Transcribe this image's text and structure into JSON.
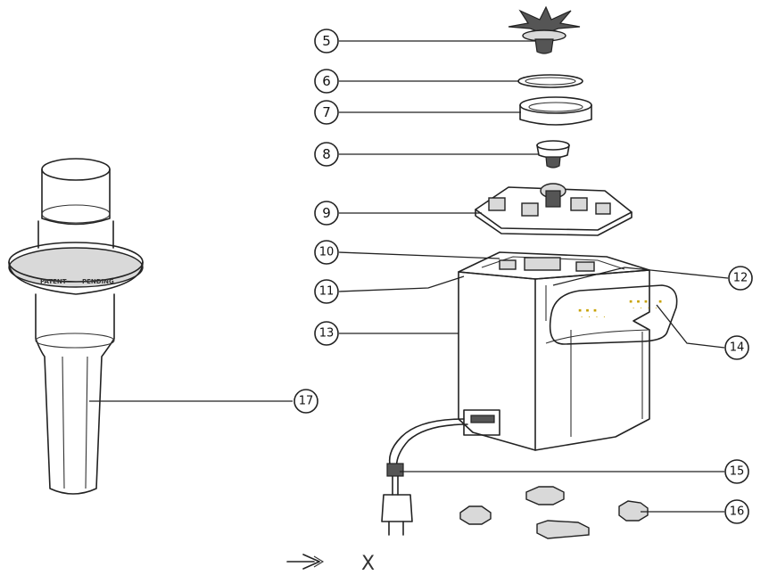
{
  "callouts": [
    {
      "id": "5",
      "label": "5"
    },
    {
      "id": "6",
      "label": "6"
    },
    {
      "id": "7",
      "label": "7"
    },
    {
      "id": "8",
      "label": "8"
    },
    {
      "id": "9",
      "label": "9"
    },
    {
      "id": "10",
      "label": "10"
    },
    {
      "id": "11",
      "label": "11"
    },
    {
      "id": "12",
      "label": "12"
    },
    {
      "id": "13",
      "label": "13"
    },
    {
      "id": "14",
      "label": "14"
    },
    {
      "id": "15",
      "label": "15"
    },
    {
      "id": "16",
      "label": "16"
    },
    {
      "id": "17",
      "label": "17"
    }
  ],
  "tamper_ring_text": {
    "left": "PATENT",
    "right": "PENDING"
  },
  "direction_mark": "X"
}
